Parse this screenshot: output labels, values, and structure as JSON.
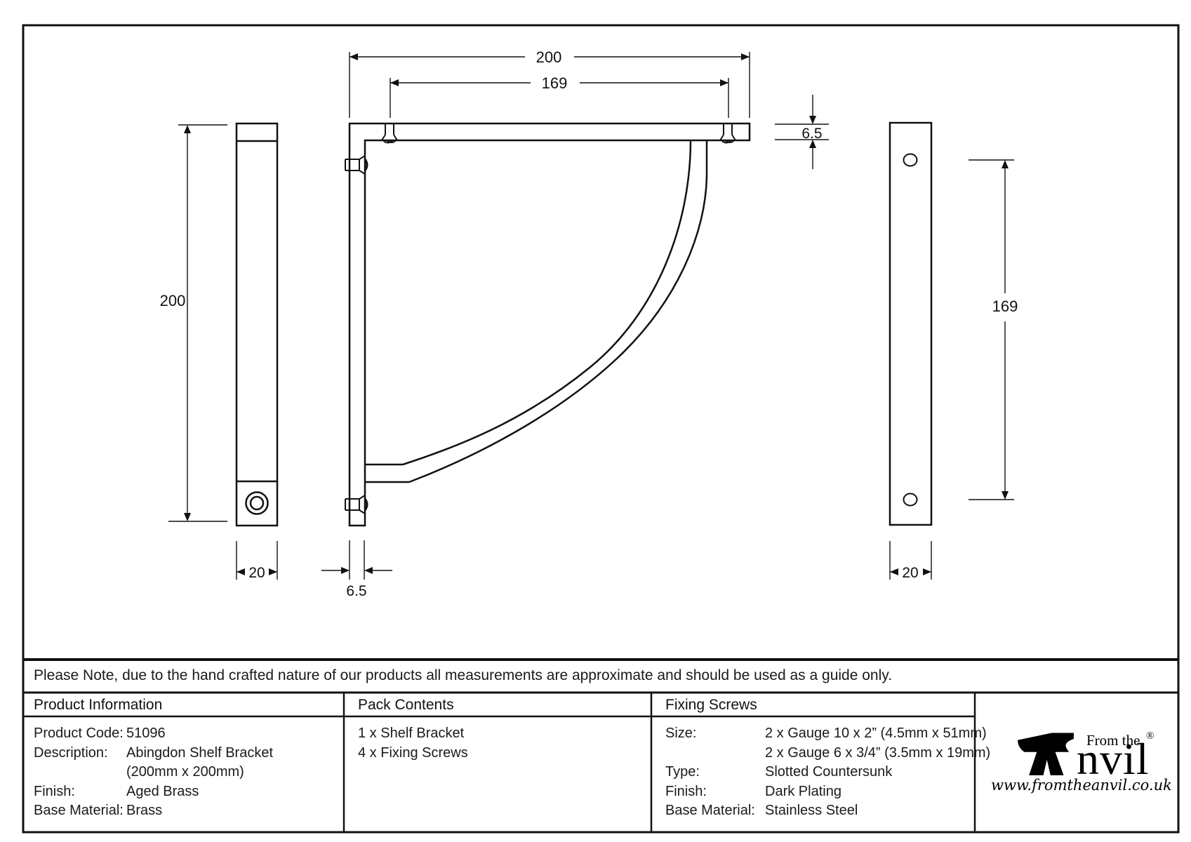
{
  "colors": {
    "ink": "#111111",
    "paper": "#ffffff"
  },
  "drawing": {
    "dims": {
      "front_width": "200",
      "front_hole_spacing": "169",
      "shelf_thickness": "6.5",
      "side_height": "200",
      "side_depth": "20",
      "wall_thickness": "6.5",
      "back_hole_spacing": "169",
      "back_width": "20"
    }
  },
  "note": {
    "text": "Please Note, due to the hand crafted nature of our products all measurements are approximate and should be used as a guide only."
  },
  "table": {
    "product_information": {
      "header": "Product Information",
      "rows": [
        {
          "label": "Product Code:",
          "value": "51096"
        },
        {
          "label": "Description:",
          "value": "Abingdon Shelf Bracket"
        },
        {
          "label": "",
          "value": "(200mm x 200mm)"
        },
        {
          "label": "Finish:",
          "value": "Aged Brass"
        },
        {
          "label": "Base Material:",
          "value": "Brass"
        }
      ]
    },
    "pack_contents": {
      "header": "Pack Contents",
      "items": [
        "1 x Shelf Bracket",
        "4 x Fixing Screws"
      ]
    },
    "fixing_screws": {
      "header": "Fixing Screws",
      "rows": [
        {
          "label": "Size:",
          "value": "2 x Gauge 10 x 2” (4.5mm x 51mm)"
        },
        {
          "label": "",
          "value": "2 x Gauge 6 x 3/4” (3.5mm x 19mm)"
        },
        {
          "label": "Type:",
          "value": "Slotted Countersunk"
        },
        {
          "label": "Finish:",
          "value": "Dark Plating"
        },
        {
          "label": "Base Material:",
          "value": "Stainless Steel"
        }
      ]
    }
  },
  "logo": {
    "tagline": "From the",
    "brand": "nvil",
    "registered": "®",
    "website": "www.fromtheanvil.co.uk"
  }
}
